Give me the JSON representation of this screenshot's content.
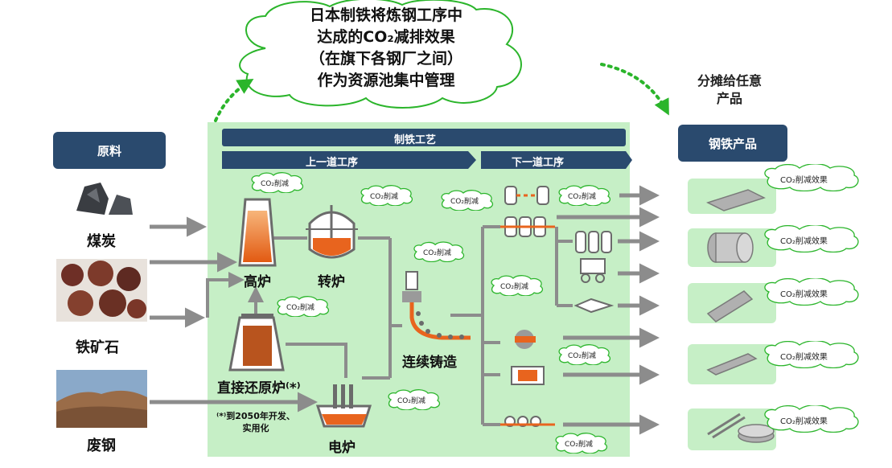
{
  "header_cloud": {
    "lines": [
      "日本制铁将炼钢工序中",
      "达成的CO₂减排效果",
      "（在旗下各钢厂之间）",
      "作为资源池集中管理"
    ]
  },
  "allocation_label": {
    "lines": [
      "分摊给任意",
      "产品"
    ]
  },
  "raw_materials": {
    "header": "原料",
    "items": [
      {
        "label": "煤炭"
      },
      {
        "label": "铁矿石"
      },
      {
        "label": "废钢"
      }
    ]
  },
  "process": {
    "header": "制铁工艺",
    "upstream": "上一道工序",
    "downstream": "下一道工序",
    "blast_furnace": "高炉",
    "converter": "转炉",
    "continuous_casting": "连续铸造",
    "direct_reduction": "直接还原炉⁽*⁾",
    "footnote_lines": [
      "⁽*⁾到2050年开发、",
      "实用化"
    ],
    "electric_furnace": "电炉"
  },
  "co2_bubble_label": "CO₂削减",
  "products": {
    "header": "钢铁产品",
    "effect_label": "CO₂削减效果",
    "count": 5
  },
  "colors": {
    "navy": "#2a4a6e",
    "process_green": "#c6efc6",
    "cloud_green": "#2bb52b",
    "arrow_gray": "#8c8c8c",
    "molten_orange": "#e8641e"
  }
}
